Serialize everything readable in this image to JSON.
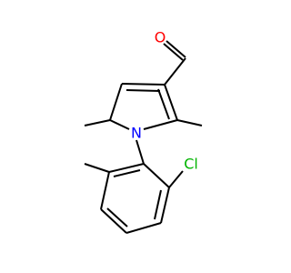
{
  "atoms": {
    "oxygen": {
      "label": "O",
      "color": "#ff0000"
    },
    "nitrogen": {
      "label": "N",
      "color": "#0000ff"
    },
    "chlorine": {
      "label": "Cl",
      "color": "#00b400"
    }
  },
  "colors": {
    "bond": "#000000",
    "background": "#ffffff"
  }
}
